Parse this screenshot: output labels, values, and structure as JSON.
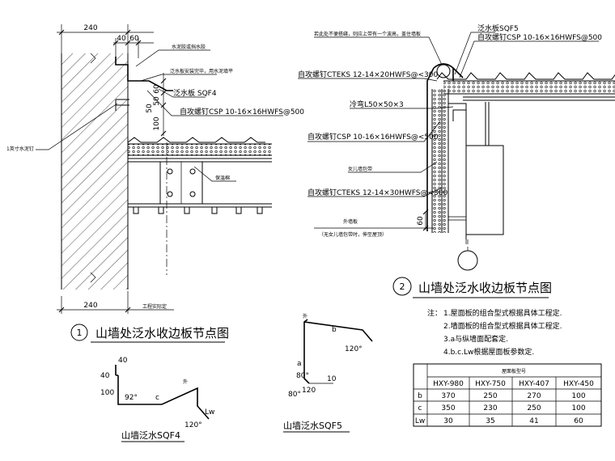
{
  "detail1": {
    "dim_top_total": "240",
    "dim_top_a": "40",
    "dim_top_b": "60",
    "dim_bottom_total": "240",
    "dim_v_60": "60",
    "dim_v_50a": "50",
    "dim_v_50b": "50",
    "dim_v_100": "100",
    "note_cement": "水泥胶或挡水胶",
    "note_flashing_fix": "泛水板安装完毕，用水泥填平",
    "note_flashing": "泛水板 SQF4",
    "note_screw": "自攻螺钉CSP 10-16×16HWFS@500",
    "note_nail": "1英寸水泥钉",
    "note_insulation": "保温棉",
    "note_site": "工程实际定",
    "number": "1",
    "title": "山墙处泛水收边板节点图"
  },
  "sqf4": {
    "dim_40a": "40",
    "dim_40b": "40",
    "dim_100": "100",
    "angle_92": "92°",
    "label_c": "c",
    "label_wai": "外",
    "label_lw": "Lw",
    "angle_120": "120°",
    "title": "山墙泛水SQF4"
  },
  "sqf5": {
    "label_wai": "外",
    "label_b": "b",
    "label_a": "a",
    "angle_120": "120°",
    "angle_80a": "80°",
    "angle_80b": "80°",
    "dim_10": "10",
    "dim_120": "120",
    "title": "山墙泛水SQF5"
  },
  "detail2": {
    "note_top": "若此处不便搭缝，则应上带有一个波高，盖住墙板",
    "note_flashing": "泛水板SQF5",
    "note_screw_top": "自攻螺钉CSP 10-16×16HWFS@500",
    "note_cteks1": "自攻螺钉CTEKS 12-14×20HWFS@<300",
    "note_angle": "冷弯L50×50×3",
    "note_csp": "自攻螺钉CSP 10-16×16HWFS@<500",
    "note_parapet": "女儿墙包带",
    "note_cteks2": "自攻螺钉CTEKS 12-14×30HWFS@<300",
    "dim_60": "60",
    "note_wall": "外墙板",
    "note_wall_sub": "（无女儿墙包带时，伸至屋顶）",
    "number": "2",
    "title": "山墙处泛水收边板节点图"
  },
  "notes": {
    "label": "注：",
    "items": [
      "1.屋面板的组合型式根据具体工程定.",
      "2.墙面板的组合型式根据具体工程定.",
      "3.a与纵墙面配套定.",
      "4.b.c.Lw根据屋面板参数定."
    ]
  },
  "table": {
    "header_group": "屋面板型号",
    "columns": [
      "HXY-980",
      "HXY-750",
      "HXY-407",
      "HXY-450"
    ],
    "rows": [
      {
        "label": "b",
        "values": [
          "370",
          "250",
          "270",
          "100"
        ]
      },
      {
        "label": "c",
        "values": [
          "350",
          "230",
          "250",
          "100"
        ]
      },
      {
        "label": "Lw",
        "values": [
          "30",
          "35",
          "41",
          "60"
        ]
      }
    ]
  }
}
